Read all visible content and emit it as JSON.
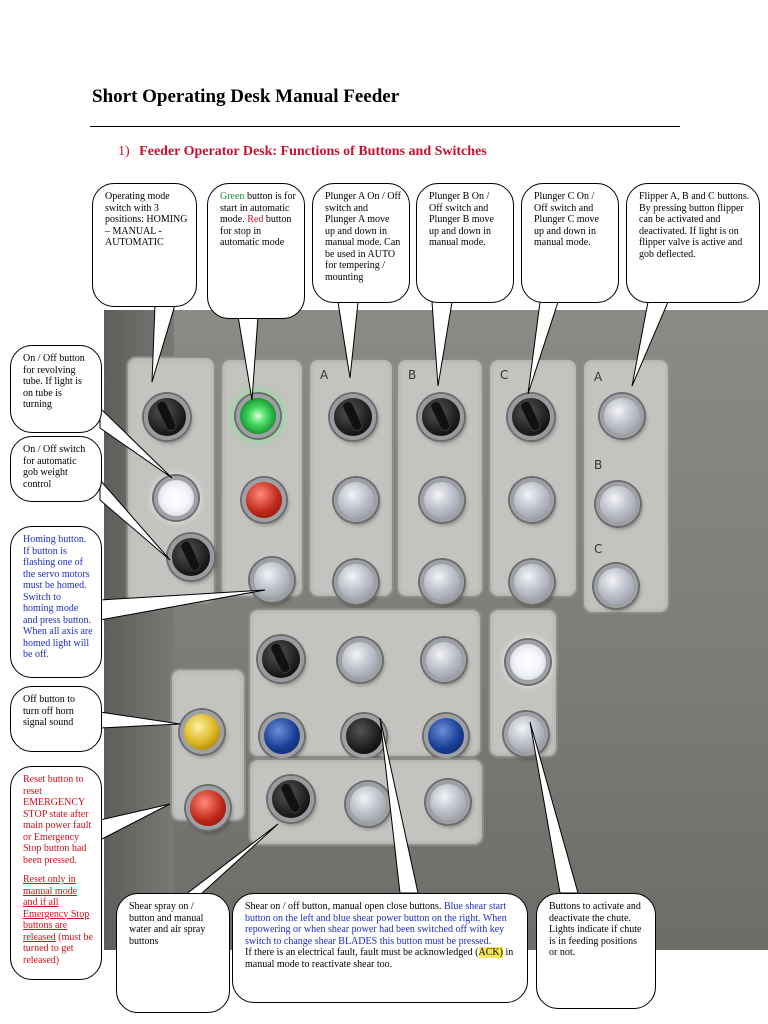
{
  "title": "Short Operating Desk Manual Feeder",
  "subtitle": {
    "number": "1)",
    "text": "Feeder Operator Desk: Functions of Buttons and Switches"
  },
  "panel_labels": {
    "a": "A",
    "b": "B",
    "c": "C",
    "flipper_a": "A",
    "flipper_b": "B",
    "flipper_c": "C"
  },
  "colors": {
    "callout_blue": "#1f2dbd",
    "callout_green": "#1a8c3a",
    "callout_red": "#d0101a",
    "highlight": "#f7ee3a"
  },
  "callouts": {
    "operating_mode": "Operating mode switch with 3 positions: HOMING – MANUAL - AUTOMATIC",
    "green_red": {
      "green_word": "Green",
      "green_rest": " button is for start in automatic mode. ",
      "red_word": "Red",
      "red_rest": " button for stop in automatic mode"
    },
    "plunger_a": "Plunger A On / Off switch and Plunger A move up and down in manual mode. Can be used in AUTO for tempering / mounting",
    "plunger_b": "Plunger B On / Off switch and Plunger B move up and down in manual mode.",
    "plunger_c": "Plunger C On / Off switch and Plunger C move up and down in manual mode.",
    "flipper": {
      "line1": "Flipper A, B and C buttons.",
      "line2": "By pressing button flipper can be activated and deactivated. If light is on flipper valve is active and gob deflected."
    },
    "revolving_tube": "On / Off button for revolving tube. If light is on tube is turning",
    "gob_weight": "On / Off switch for automatic gob weight control",
    "homing": "Homing button. If button is flashing one of the servo motors must be homed. Switch to homing mode and press button. When all axis are homed light will be off.",
    "horn": "Off button to turn off horn signal sound",
    "reset": {
      "text": "Reset button to reset EMERGENCY STOP state after main power fault or Emergency Stop button had been pressed.",
      "underlined": "Reset only in manual mode and if all Emergency Stop buttons are released",
      "note": " (must be turned to get released)"
    },
    "shear_spray": "Shear spray on / button and manual water and air spray buttons",
    "shear": {
      "part1": "Shear on / off button, manual open close buttons. ",
      "blue_part": "Blue shear start button on the left and blue shear power button on the right. When repowering or when shear power had been switched off with key switch to change shear BLADES this button must be pressed.",
      "part2": "If there is an electrical fault, fault must be acknowledged (",
      "ack": "ACK)",
      "part3": " in manual mode to reactivate shear too."
    },
    "chute": "Buttons to activate and deactivate the chute. Lights indicate if chute is in feeding positions or not."
  }
}
